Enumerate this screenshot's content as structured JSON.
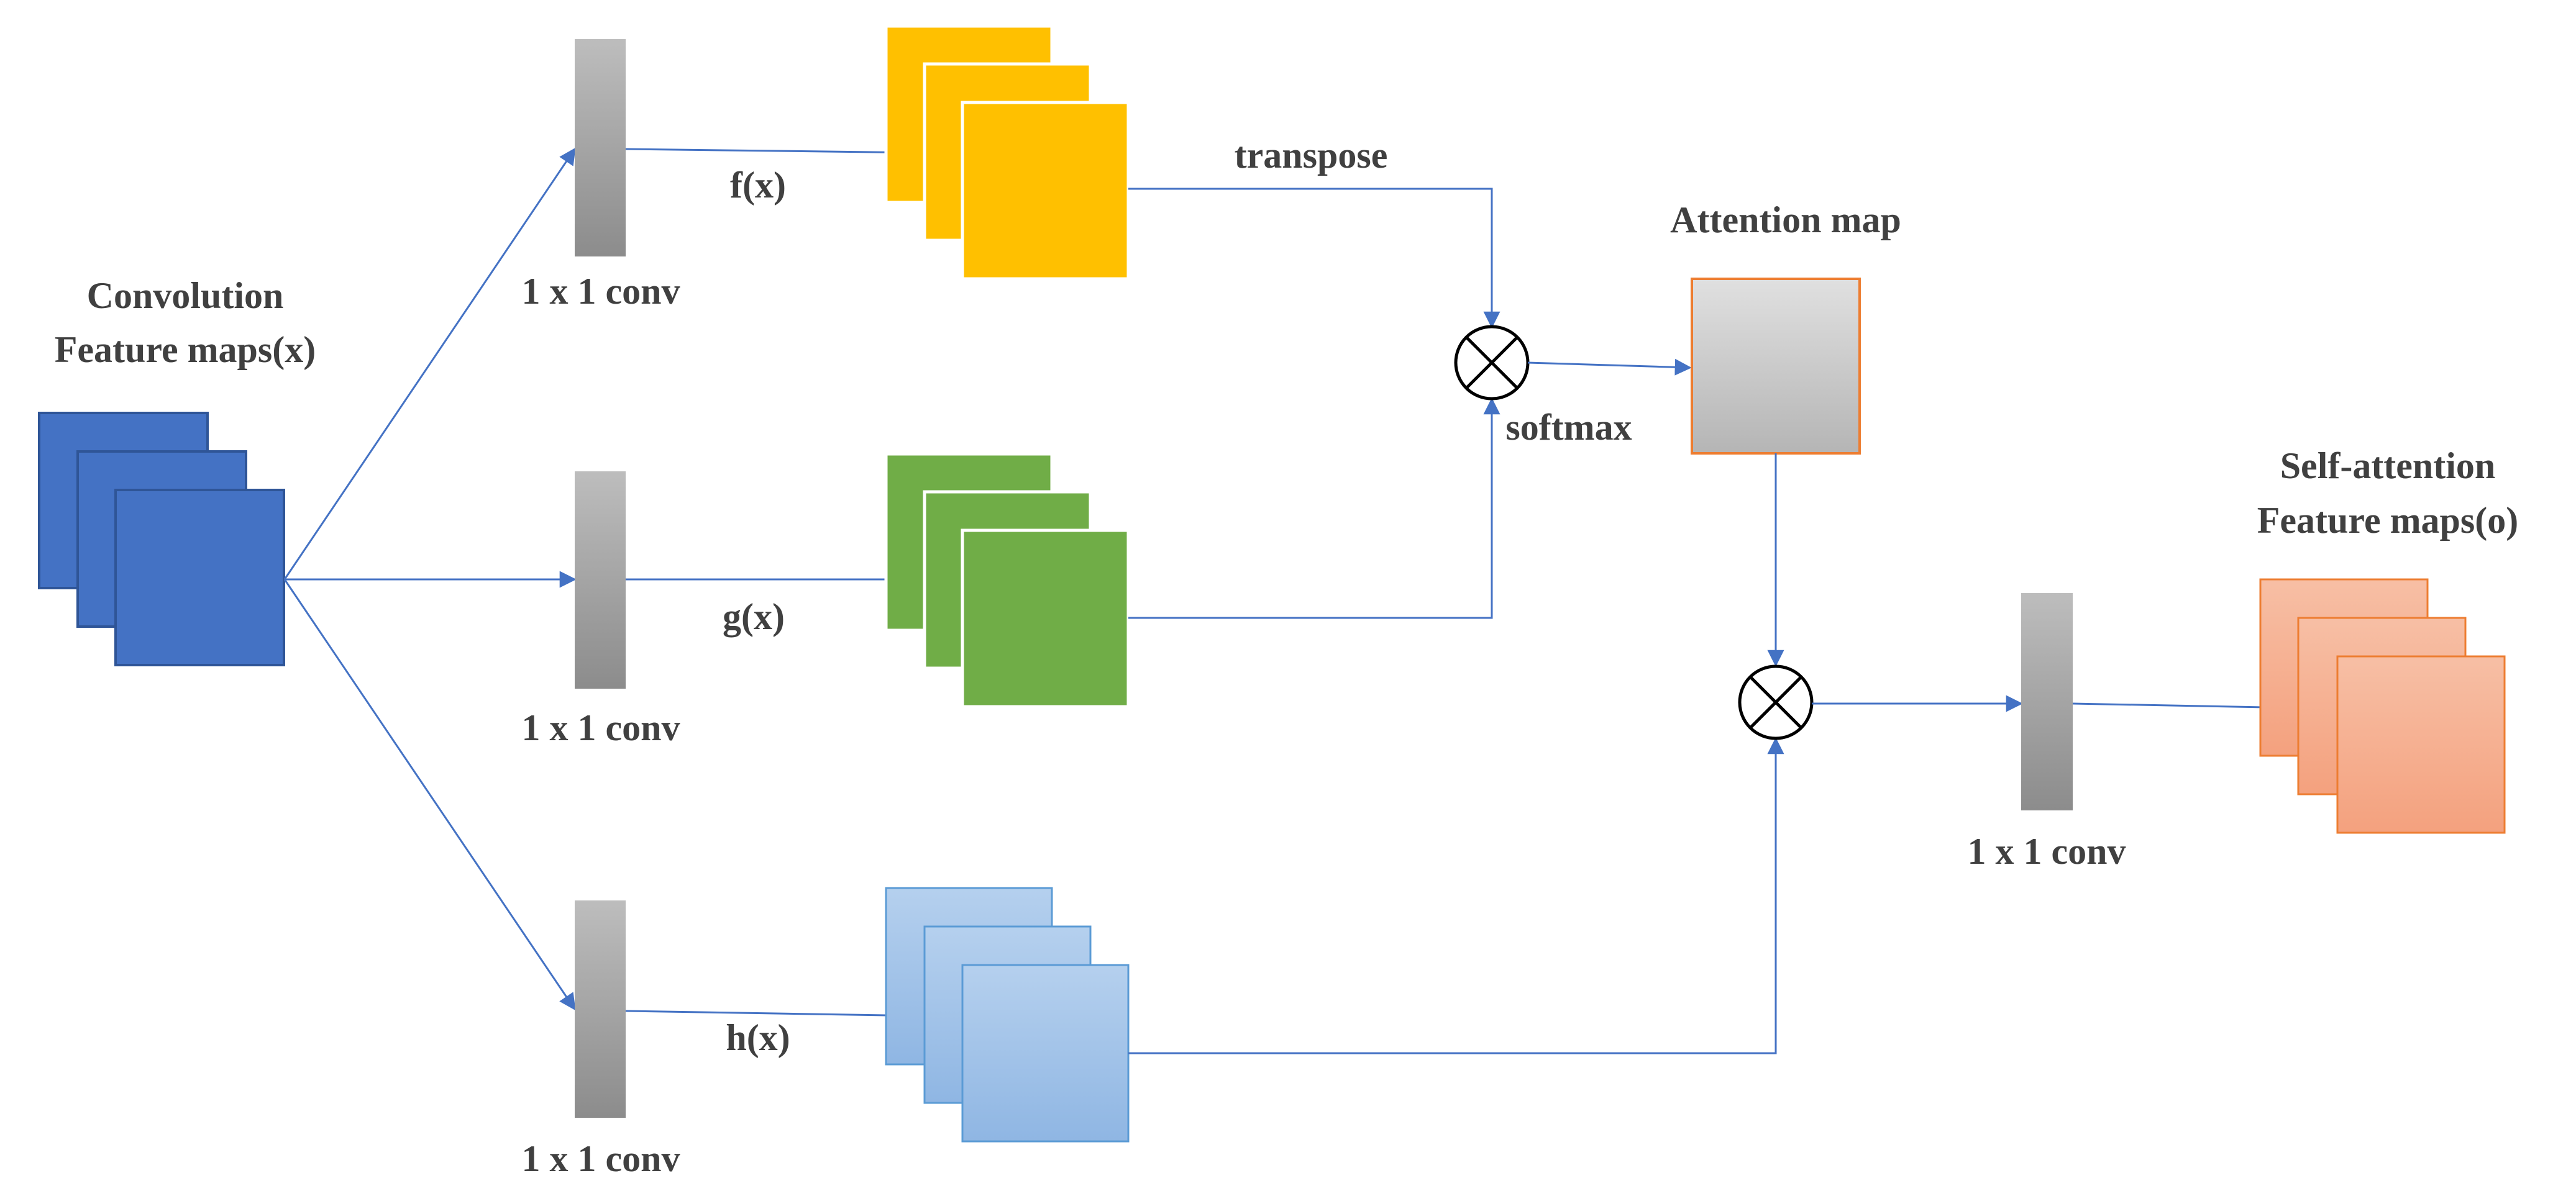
{
  "input": {
    "title_line1": "Convolution",
    "title_line2": "Feature maps(x)",
    "color": "#4472C4"
  },
  "branches": [
    {
      "conv_label": "1 x 1 conv",
      "func_label": "f(x)",
      "color": "#FFC000"
    },
    {
      "conv_label": "1 x 1 conv",
      "func_label": "g(x)",
      "color": "#70AD47"
    },
    {
      "conv_label": "1 x 1 conv",
      "func_label": "h(x)",
      "color": "#9DC3E6"
    }
  ],
  "transpose_label": "transpose",
  "softmax_label": "softmax",
  "attention_map": {
    "title": "Attention map",
    "border_color": "#ED7D31"
  },
  "final_conv_label": "1 x 1 conv",
  "output": {
    "title_line1": "Self-attention",
    "title_line2": "Feature maps(o)",
    "color": "#F4B183"
  },
  "arrow_color": "#4472C4"
}
